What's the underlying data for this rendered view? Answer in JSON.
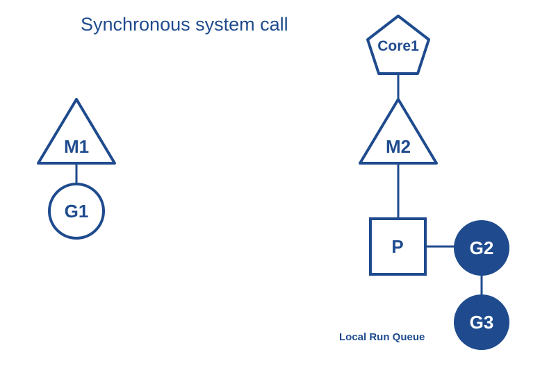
{
  "title": "Synchronous system call",
  "colors": {
    "primary": "#1f4b8e",
    "on_primary": "#ffffff",
    "background": "#ffffff"
  },
  "nodes": {
    "core1": {
      "label": "Core1",
      "shape": "pentagon"
    },
    "m1": {
      "label": "M1",
      "shape": "triangle"
    },
    "g1": {
      "label": "G1",
      "shape": "circle-outline"
    },
    "m2": {
      "label": "M2",
      "shape": "triangle"
    },
    "p": {
      "label": "P",
      "shape": "square"
    },
    "g2": {
      "label": "G2",
      "shape": "circle-filled"
    },
    "g3": {
      "label": "G3",
      "shape": "circle-filled"
    }
  },
  "annotations": {
    "local_run_queue": "Local Run Queue"
  },
  "edges": [
    {
      "from": "m1",
      "to": "g1"
    },
    {
      "from": "core1",
      "to": "m2"
    },
    {
      "from": "m2",
      "to": "p"
    },
    {
      "from": "p",
      "to": "g2"
    },
    {
      "from": "g2",
      "to": "g3"
    }
  ]
}
